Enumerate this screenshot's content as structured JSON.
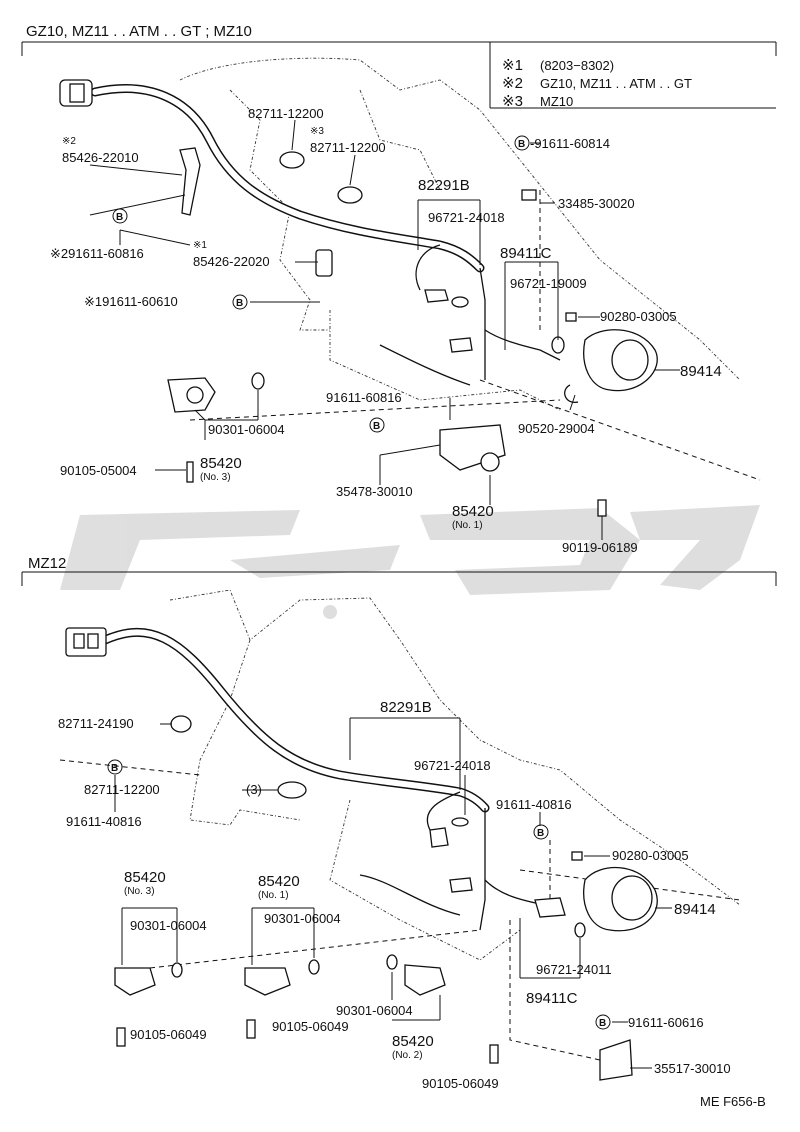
{
  "top": {
    "header": "GZ10, MZ11 . . ATM . . GT ; MZ10",
    "legend": [
      {
        "mark": "※1",
        "text": "(8203−8302)"
      },
      {
        "mark": "※2",
        "text": "GZ10, MZ11 . . ATM . . GT"
      },
      {
        "mark": "※3",
        "text": "MZ10"
      }
    ],
    "labels": {
      "p82711_12200_a": "82711-12200",
      "note3": "※3",
      "p82711_12200_b": "82711-12200",
      "note2": "※2",
      "p85426_22010": "85426-22010",
      "b_91611_60816": "※291611-60816",
      "note1": "※1",
      "p85426_22020": "85426-22020",
      "b_91611_60610": "※191611-60610",
      "b_91611_60814": "-91611-60814",
      "p33485_30020": "33485-30020",
      "p82291b": "82291B",
      "p96721_24018": "96721-24018",
      "p89411c": "89411C",
      "p96721_19009": "96721-19009",
      "p90280_03005": "90280-03005",
      "p89414": "89414",
      "p91611_60816": "91611-60816",
      "p90520_29004": "90520-29004",
      "p90301_06004": "90301-06004",
      "p85420": "85420",
      "no3": "(No. 3)",
      "p90105_05004": "90105-05004",
      "p35478_30010": "35478-30010",
      "p85420b": "85420",
      "no1": "(No. 1)",
      "p90119_06189": "90119-06189"
    }
  },
  "bottom": {
    "header": "MZ12",
    "labels": {
      "p82291b": "82291B",
      "p82711_24190": "82711-24190",
      "p96721_24018": "96721-24018",
      "p82711_12200": "82711-12200",
      "qty3": "(3)",
      "p91611_40816a": "91611-40816",
      "p91611_40816b": "91611-40816",
      "p90280_03005": "90280-03005",
      "p89414": "89414",
      "p85420_no3": "85420",
      "no3": "(No. 3)",
      "p90301_06004a": "90301-06004",
      "p85420_no1": "85420",
      "no1": "(No. 1)",
      "p90301_06004b": "90301-06004",
      "p96721_24011": "96721-24011",
      "p89411c": "89411C",
      "p90301_06004c": "90301-06004",
      "p85420_no2": "85420",
      "no2": "(No. 2)",
      "p90105_06049a": "90105-06049",
      "p90105_06049b": "90105-06049",
      "p90105_06049c": "90105-06049",
      "p91611_60616": "91611-60616",
      "p35517_30010": "35517-30010"
    }
  },
  "footer": {
    "code": "ME F656-B"
  },
  "bolt_mark": "B",
  "icons": [
    "bolt-b-circle-icon",
    "connector-icon",
    "clamp-icon",
    "o-ring-icon",
    "solenoid-icon"
  ]
}
